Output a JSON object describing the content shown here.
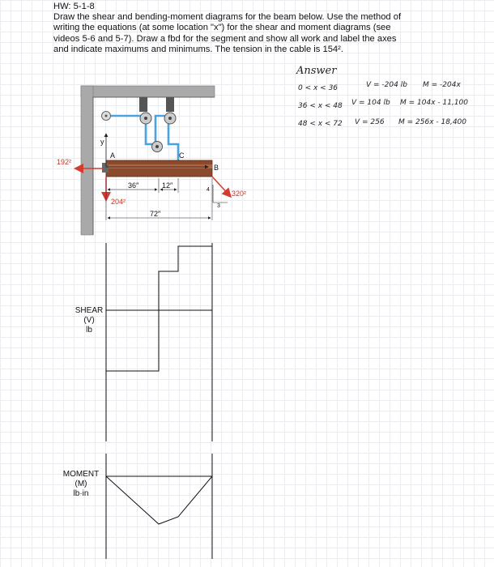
{
  "header": {
    "hw_title": "HW: 5-1-8",
    "problem_lines": [
      "Draw the shear and bending-moment diagrams for the beam below.  Use the method of",
      "writing the equations (at some location \"x\") for the shear and moment diagrams (see",
      "videos 5-6 and 5-7).  Draw a fbd for the segment and show all work and label the axes",
      "and indicate maximums and minimums.  The tension in the cable is 154²."
    ]
  },
  "answer": {
    "title": "Answer",
    "rows": [
      {
        "range": "0 < x < 36",
        "shear": "V = -204 lb",
        "moment": "M = -204x"
      },
      {
        "range": "36 < x < 48",
        "shear": "V = 104 lb",
        "moment": "M = 104x - 11,100"
      },
      {
        "range": "48 < x < 72",
        "shear": "V = 256",
        "moment": "M = 256x - 18,400"
      }
    ]
  },
  "figure": {
    "point_labels": {
      "y": "y",
      "a": "A",
      "b": "B",
      "c": "C"
    },
    "forces": {
      "left": "192²",
      "bottom": "204²",
      "right": "320²"
    },
    "dims": {
      "d36": "36″",
      "d12": "12″",
      "d72": "72″",
      "slope_v": "4",
      "slope_h": "3"
    }
  },
  "shear_diagram": {
    "title": "SHEAR",
    "symbol": "(V)",
    "unit": "lb"
  },
  "moment_diagram": {
    "title": "MOMENT",
    "symbol": "(M)",
    "unit": "lb·in"
  },
  "colors": {
    "wall": "#a9a9a9",
    "cable": "#4aa3df",
    "beam": "#8b4a2b",
    "force": "#d63a2f"
  }
}
